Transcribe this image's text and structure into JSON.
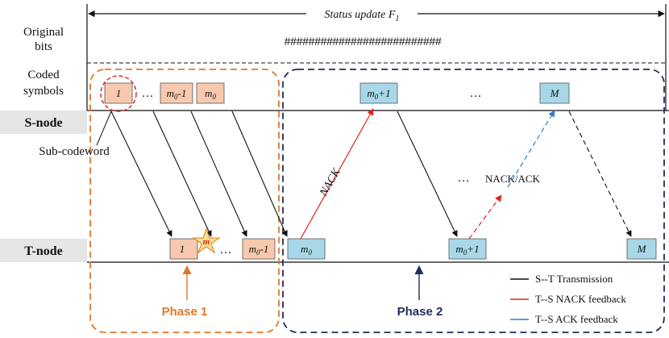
{
  "labels": {
    "original_bits_1": "Original",
    "original_bits_2": "bits",
    "coded_symbols_1": "Coded",
    "coded_symbols_2": "symbols",
    "s_node": "S-node",
    "t_node": "T-node",
    "sub_codeword": "Sub-codeword",
    "status_update": "Status update F",
    "status_update_sub": "1",
    "hash_bits": "##########################",
    "nack_label": "NACK",
    "nack_ack_label": "NACK/ACK",
    "phase1": "Phase 1",
    "phase2": "Phase 2"
  },
  "symbols": {
    "one": "1",
    "m0_minus_1": "m",
    "m0_minus_1_sub": "0",
    "m0_minus_1_suffix": "-1",
    "m0": "m",
    "m0_sub": "0",
    "m0_plus_1": "m",
    "m0_plus_1_sub": "0",
    "m0_plus_1_suffix": "+1",
    "M": "M",
    "star": "m",
    "dots": "…",
    "dots_wide": "…"
  },
  "legend": {
    "st": "S--T Transmission",
    "ts_nack": "T--S NACK feedback",
    "ts_ack": "T--S ACK feedback"
  },
  "colors": {
    "orange_box": "#f8c9ae",
    "orange_border": "#e0772a",
    "blue_box": "#a8d8e8",
    "blue_border": "#1f2e5a",
    "nack_red": "#e0201e",
    "ack_blue": "#2b7fc4",
    "gray_band": "#e6e6e6"
  }
}
